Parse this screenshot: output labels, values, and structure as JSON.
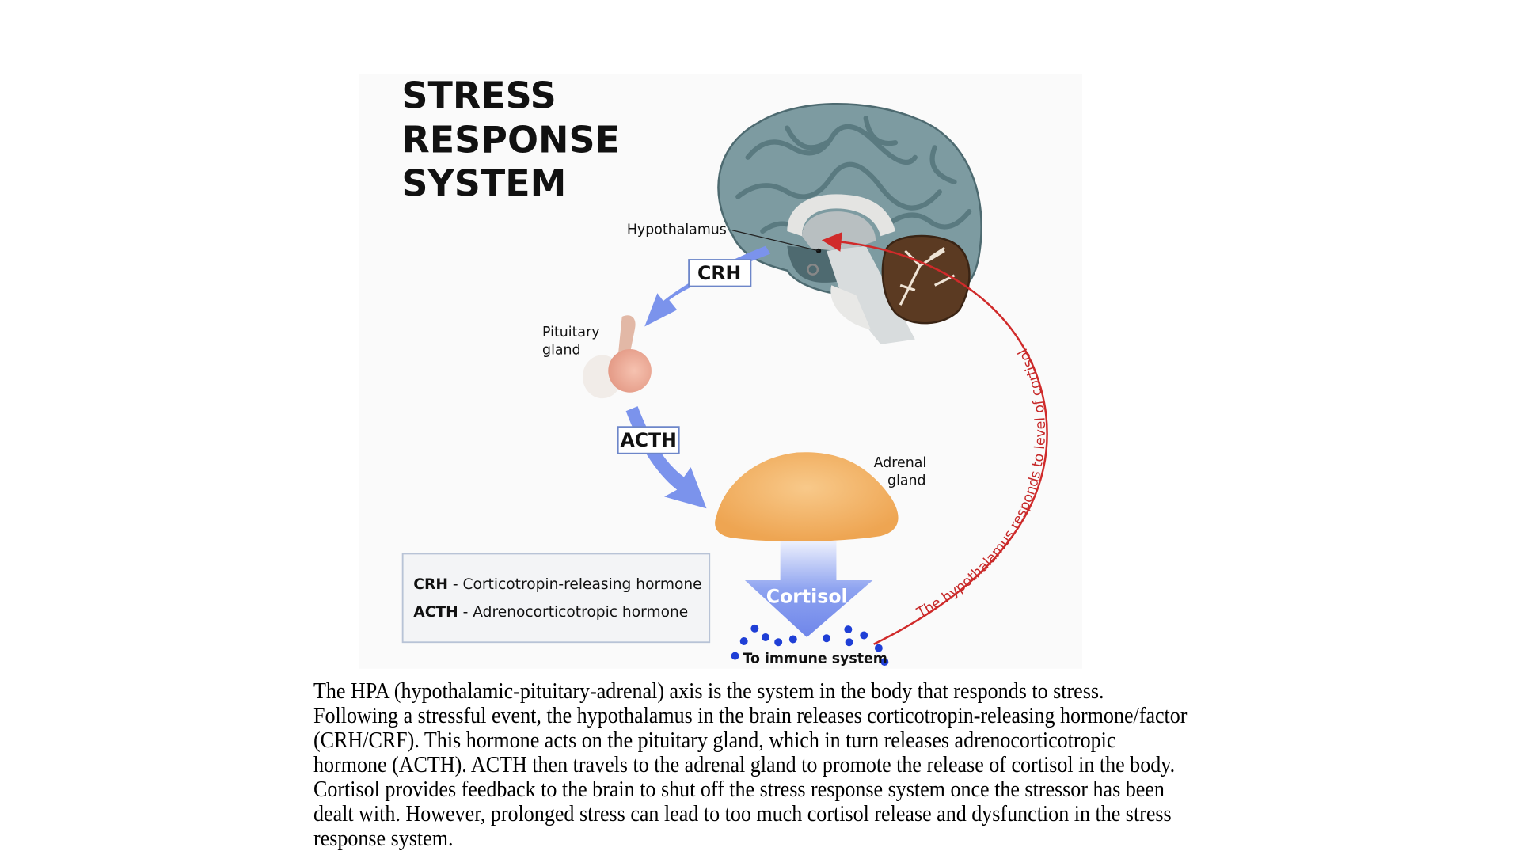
{
  "diagram": {
    "title_lines": [
      "STRESS",
      "RESPONSE",
      "SYSTEM"
    ],
    "labels": {
      "hypothalamus": "Hypothalamus",
      "pituitary_line1": "Pituitary",
      "pituitary_line2": "gland",
      "adrenal_line1": "Adrenal",
      "adrenal_line2": "gland",
      "crh_box": "CRH",
      "acth_box": "ACTH",
      "cortisol": "Cortisol",
      "immune": "To immune system",
      "feedback": "The hypothalamus responds to level of cortisol"
    },
    "legend": [
      {
        "abbr": "CRH",
        "definition": " - Corticotropin-releasing hormone"
      },
      {
        "abbr": "ACTH",
        "definition": " - Adrenocorticotropic hormone"
      }
    ],
    "colors": {
      "arrow_blue": "#7b93ec",
      "feedback_red": "#d02a2a",
      "adrenal_orange": "#f2b466",
      "brain_gray": "#7d9ba1",
      "cerebellum_brown": "#5b3a22",
      "dot_blue": "#1f3fd6"
    }
  },
  "caption": "The HPA (hypothalamic-pituitary-adrenal) axis is the system in the body that responds to stress.\nFollowing a stressful event, the hypothalamus in the brain releases corticotropin-releasing hormone/factor\n(CRH/CRF). This hormone acts on the pituitary gland, which in turn releases adrenocorticotropic\nhormone (ACTH). ACTH then travels to the adrenal gland to promote the release of cortisol in the body.\nCortisol provides feedback to the brain to shut off the stress response system once the stressor has been\ndealt with. However, prolonged stress can lead to too much cortisol release and dysfunction in the stress\nresponse system."
}
